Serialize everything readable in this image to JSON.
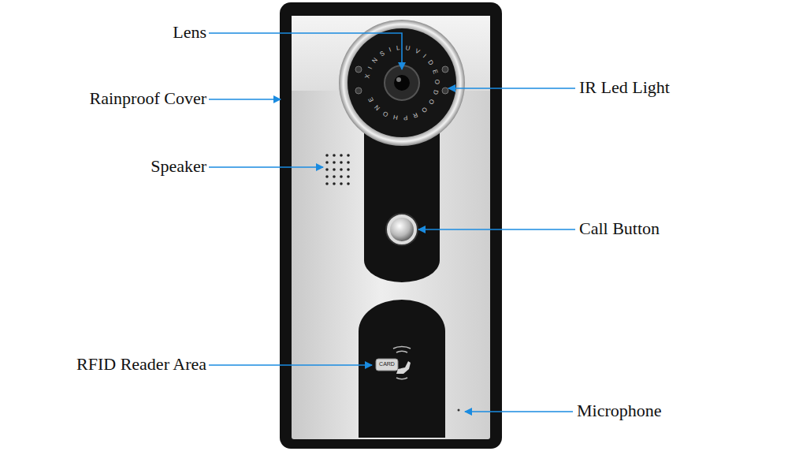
{
  "diagram": {
    "labels": [
      "Lens",
      "Rainproof Cover",
      "Speaker",
      "IR Led Light",
      "Call Button",
      "RFID Reader Area",
      "Microphone",
      "XINSILUVIDEODOORPHONE",
      "CARD"
    ]
  }
}
